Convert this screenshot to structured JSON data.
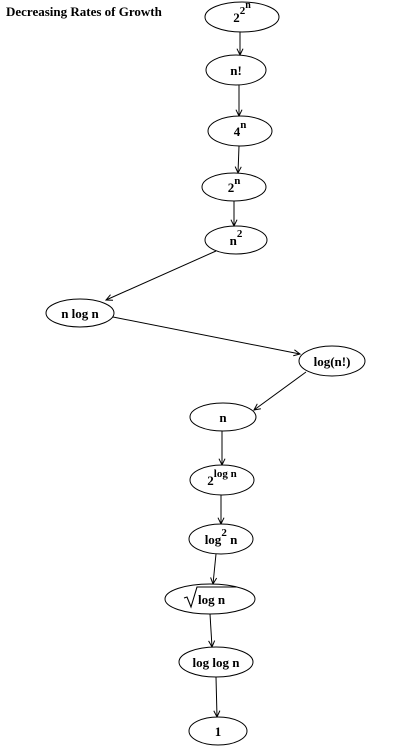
{
  "title": "Decreasing Rates of Growth",
  "nodes": [
    {
      "id": "double-exp",
      "base": "2",
      "exp": "2",
      "exp2": "n"
    },
    {
      "id": "factorial",
      "label": "n!"
    },
    {
      "id": "four-n",
      "base": "4",
      "exp": "n"
    },
    {
      "id": "two-n",
      "base": "2",
      "exp": "n"
    },
    {
      "id": "n-squared",
      "base": "n",
      "exp": "2"
    },
    {
      "id": "n-log-n",
      "label": "n log n"
    },
    {
      "id": "log-factorial",
      "label": "log(n!)"
    },
    {
      "id": "linear",
      "label": "n"
    },
    {
      "id": "two-log-n",
      "base": "2",
      "exp": "log n"
    },
    {
      "id": "log-squared",
      "base": "log",
      "exp": "2",
      "tail": "n"
    },
    {
      "id": "sqrt-log-n",
      "radicand": "log n"
    },
    {
      "id": "log-log-n",
      "label": "log log n"
    },
    {
      "id": "constant",
      "label": "1"
    }
  ],
  "edges": [
    [
      "double-exp",
      "factorial"
    ],
    [
      "factorial",
      "four-n"
    ],
    [
      "four-n",
      "two-n"
    ],
    [
      "two-n",
      "n-squared"
    ],
    [
      "n-squared",
      "n-log-n"
    ],
    [
      "n-log-n",
      "log-factorial"
    ],
    [
      "log-factorial",
      "linear"
    ],
    [
      "linear",
      "two-log-n"
    ],
    [
      "two-log-n",
      "log-squared"
    ],
    [
      "log-squared",
      "sqrt-log-n"
    ],
    [
      "sqrt-log-n",
      "log-log-n"
    ],
    [
      "log-log-n",
      "constant"
    ]
  ]
}
